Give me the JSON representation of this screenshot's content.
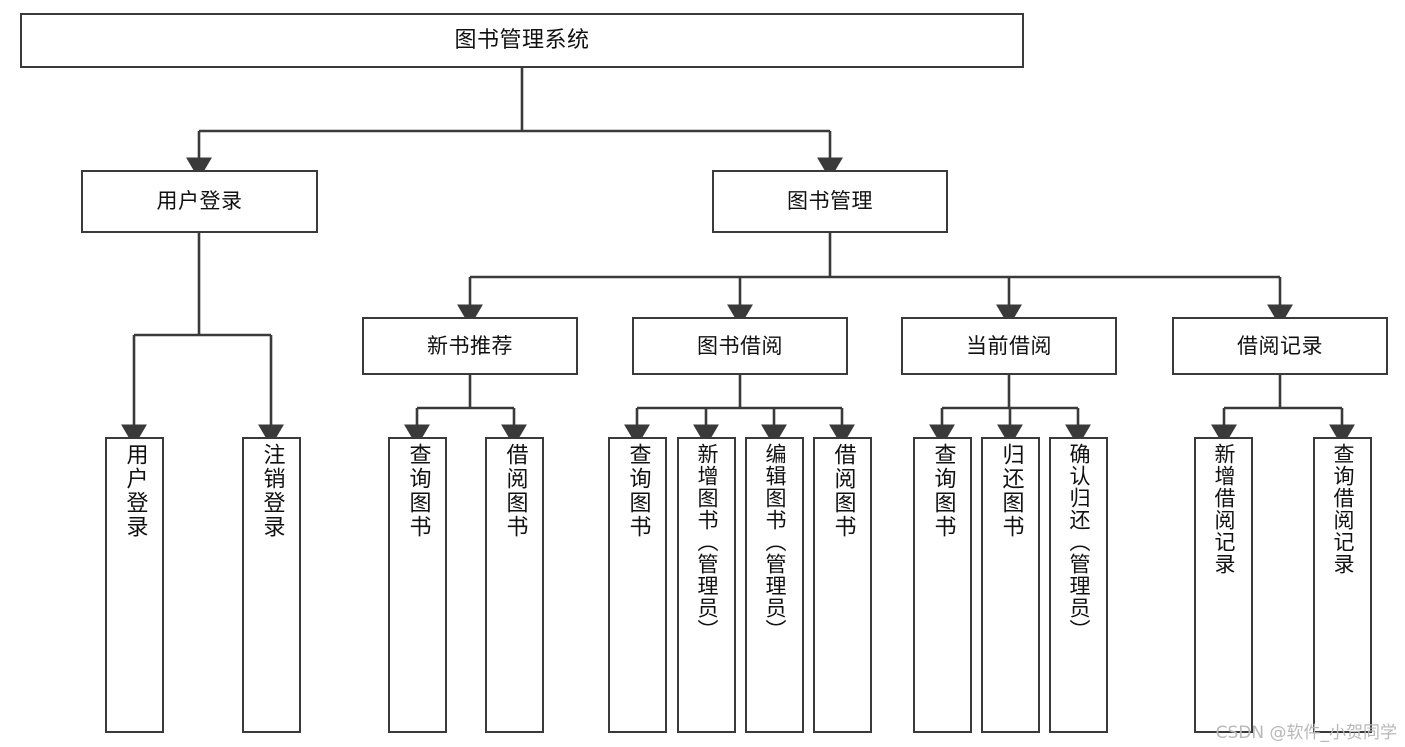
{
  "diagram": {
    "title": "图书管理系统",
    "type": "tree-structure-chart",
    "watermark": "CSDN @软件_小贺同学",
    "colors": {
      "box_border": "#3a3a3a",
      "box_fill": "#ffffff",
      "edge": "#3a3a3a",
      "text": "#111111",
      "watermark": "#b8b8b8",
      "background": "#ffffff"
    }
  },
  "nodes": {
    "root": {
      "label": "图书管理系统"
    },
    "level2": [
      {
        "label": "用户登录"
      },
      {
        "label": "图书管理"
      }
    ],
    "level3": [
      {
        "label": "新书推荐"
      },
      {
        "label": "图书借阅"
      },
      {
        "label": "当前借阅"
      },
      {
        "label": "借阅记录"
      }
    ],
    "leaves": {
      "user_login": [
        {
          "label": "用户登录"
        },
        {
          "label": "注销登录"
        }
      ],
      "new_book_recommend": [
        {
          "label": "查询图书"
        },
        {
          "label": "借阅图书"
        }
      ],
      "book_borrow": [
        {
          "label": "查询图书"
        },
        {
          "label": "新增图书（管理员）"
        },
        {
          "label": "编辑图书（管理员）"
        },
        {
          "label": "借阅图书"
        }
      ],
      "current_borrow": [
        {
          "label": "查询图书"
        },
        {
          "label": "归还图书"
        },
        {
          "label": "确认归还（管理员）"
        }
      ],
      "borrow_record": [
        {
          "label": "新增借阅记录"
        },
        {
          "label": "查询借阅记录"
        }
      ]
    }
  }
}
